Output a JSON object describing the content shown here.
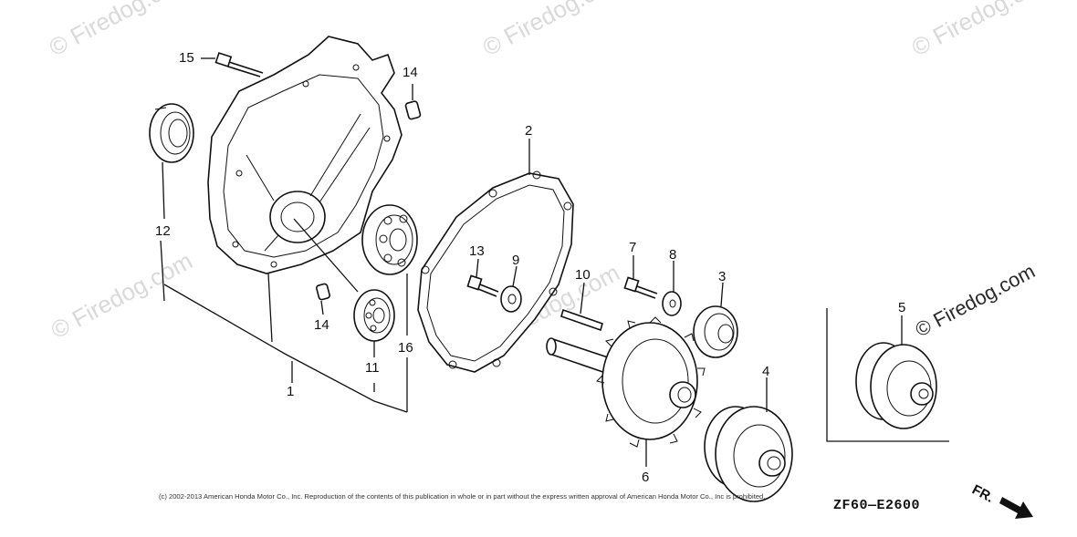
{
  "watermarks": {
    "small": "© Firedog.com",
    "main": "© Firedog.com"
  },
  "callouts": {
    "p1": "1",
    "p2": "2",
    "p3": "3",
    "p4": "4",
    "p5": "5",
    "p6": "6",
    "p7": "7",
    "p8": "8",
    "p9": "9",
    "p10": "10",
    "p11": "11",
    "p12": "12",
    "p13": "13",
    "p14a": "14",
    "p14b": "14",
    "p15": "15",
    "p16": "16"
  },
  "copyright": "(c) 2002-2013 American Honda Motor Co., Inc. Reproduction of the contents of this publication in whole or in part without the express written approval of American Honda Motor Co., Inc is prohibited.",
  "diagram_code": "ZF60—E2600",
  "direction_label": "FR.",
  "icons": {
    "front_arrow": "arrow-icon"
  }
}
